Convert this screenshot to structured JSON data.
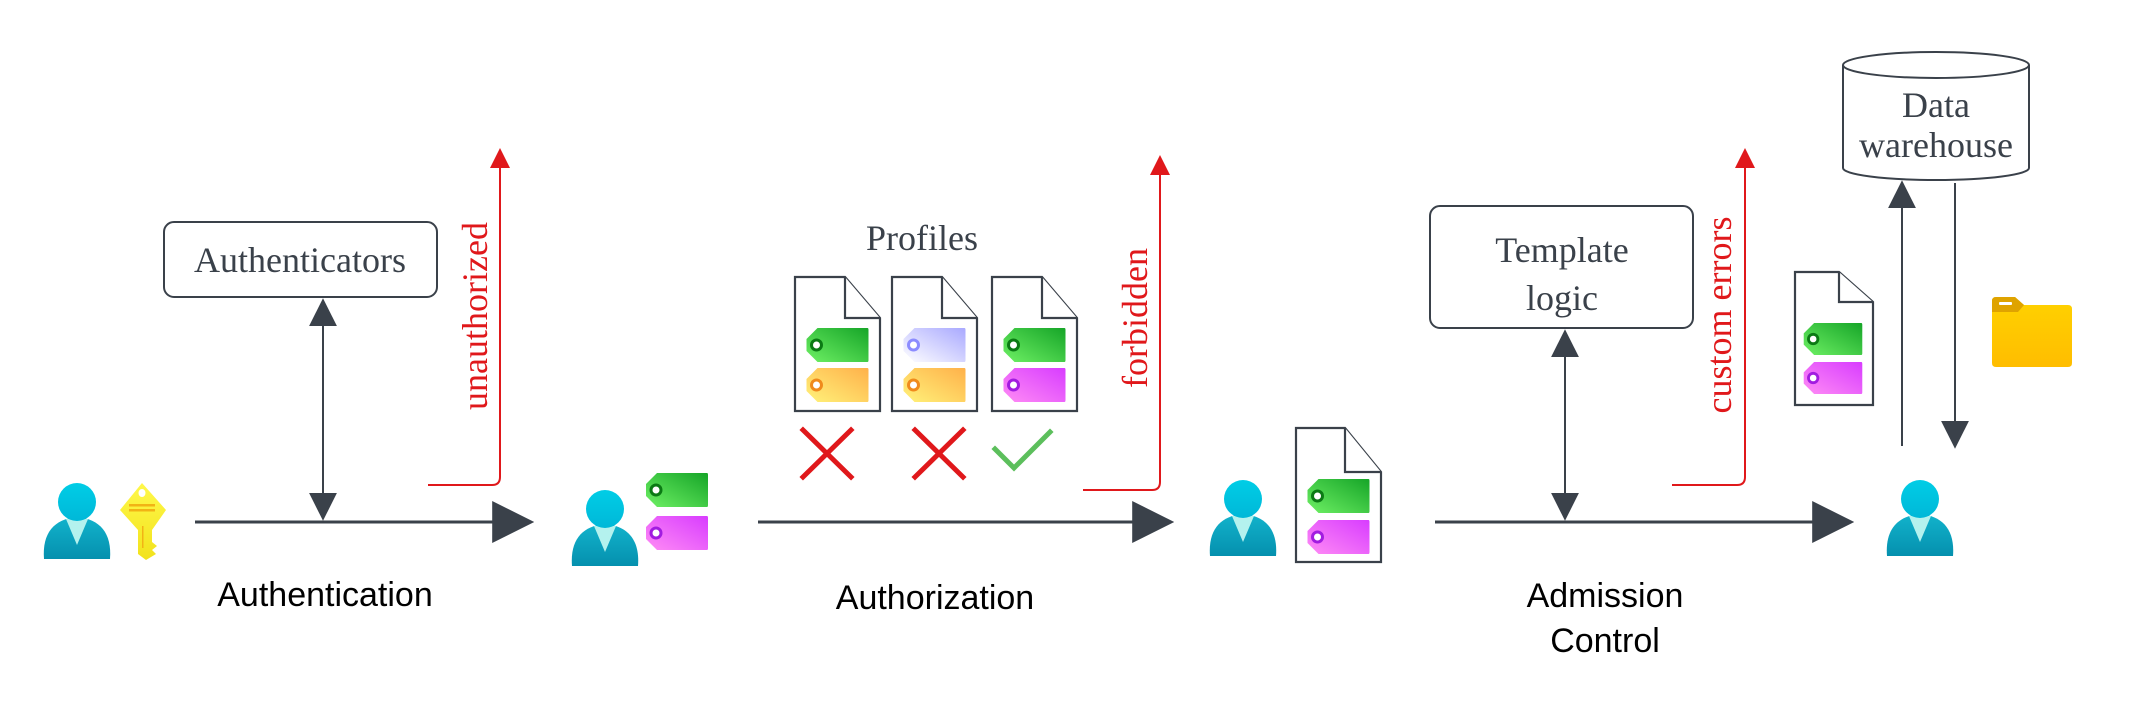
{
  "diagram": {
    "stages": [
      {
        "label": "Authentication",
        "component": "Authenticators",
        "error_label": "unauthorized"
      },
      {
        "label": "Authorization",
        "component": "Profiles",
        "error_label": "forbidden"
      },
      {
        "label_line1": "Admission",
        "label_line2": "Control",
        "component_line1": "Template",
        "component_line2": "logic",
        "error_label": "custom errors"
      }
    ],
    "datastore": {
      "line1": "Data",
      "line2": "warehouse"
    },
    "profile_results": [
      "rejected",
      "rejected",
      "accepted"
    ],
    "colors": {
      "error": "#e0181b",
      "line": "#3a414a",
      "accept": "#5cbf5c",
      "reject": "#e0181b",
      "user_head": "#00c4e0",
      "user_body": "#0a9bb8",
      "tag_green": "#2fb32f",
      "tag_magenta": "#e34bff",
      "tag_orange": "#ffc04d",
      "tag_lavender": "#b8b8ff",
      "key": "#f5e83a",
      "folder": "#ffc800"
    }
  }
}
